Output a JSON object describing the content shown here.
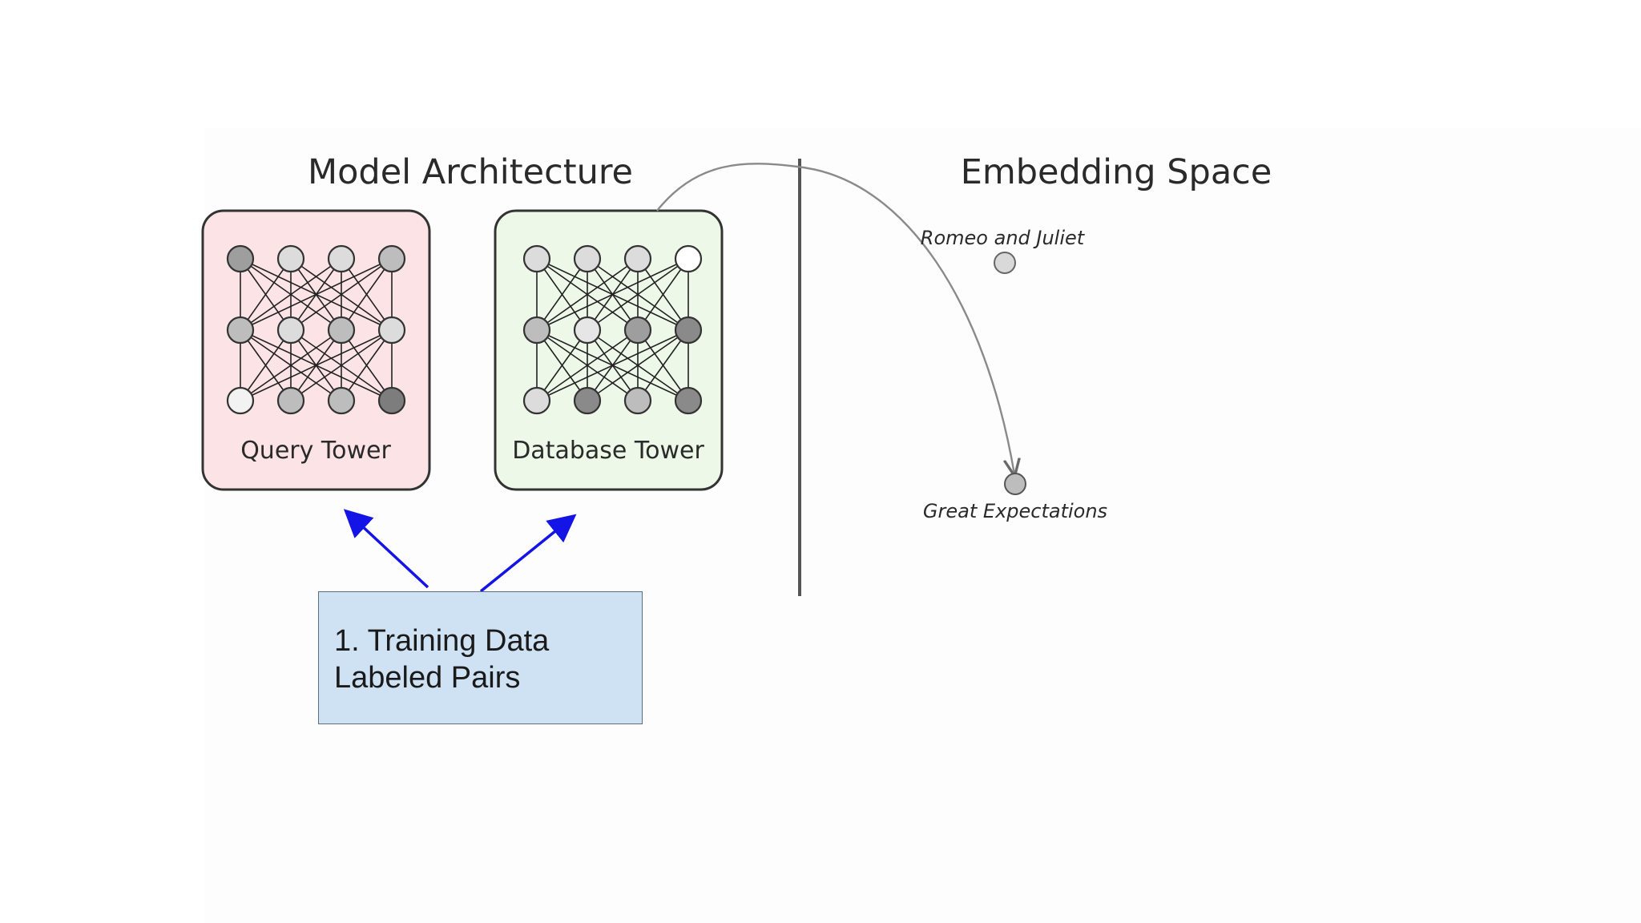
{
  "diagram": {
    "left_title": "Model Architecture",
    "right_title": "Embedding Space",
    "query_tower": {
      "label": "Query Tower",
      "fill": "#fce4e6",
      "node_shades": [
        [
          "#9e9e9e",
          "#dcdcdc",
          "#dcdcdc",
          "#bdbdbd"
        ],
        [
          "#bdbdbd",
          "#dcdcdc",
          "#bdbdbd",
          "#dcdcdc"
        ],
        [
          "#f2f2f2",
          "#bdbdbd",
          "#bdbdbd",
          "#7d7d7d"
        ]
      ]
    },
    "database_tower": {
      "label": "Database Tower",
      "fill": "#eef8e8",
      "node_shades": [
        [
          "#dcdcdc",
          "#dcdcdc",
          "#dcdcdc",
          "#ffffff"
        ],
        [
          "#bdbdbd",
          "#e6e6e6",
          "#9e9e9e",
          "#8a8a8a"
        ],
        [
          "#dcdcdc",
          "#8a8a8a",
          "#bdbdbd",
          "#8a8a8a"
        ]
      ]
    },
    "embedding_points": [
      {
        "label": "Romeo and Juliet"
      },
      {
        "label": "Great Expectations"
      }
    ],
    "callout": {
      "line1": "1. Training Data",
      "line2": "Labeled Pairs",
      "fill": "#cfe2f3"
    },
    "colors": {
      "arrow": "#1414e6",
      "divider": "#555555",
      "curve": "#8a8a8a",
      "tower_border": "#333333"
    }
  }
}
